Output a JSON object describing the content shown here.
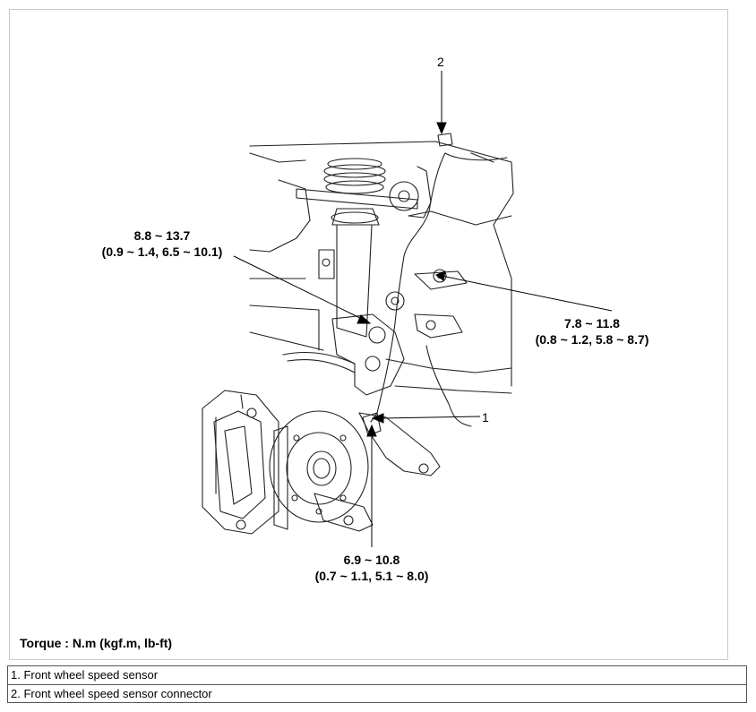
{
  "callouts": [
    {
      "number": "1"
    },
    {
      "number": "2"
    }
  ],
  "torques": [
    {
      "value": "8.8 ~ 13.7",
      "alt": "(0.9 ~ 1.4, 6.5 ~ 10.1)"
    },
    {
      "value": "7.8 ~ 11.8",
      "alt": "(0.8 ~ 1.2, 5.8 ~ 8.7)"
    },
    {
      "value": "6.9 ~ 10.8",
      "alt": "(0.7 ~ 1.1, 5.1 ~ 8.0)"
    }
  ],
  "torque_note": "Torque : N.m (kgf.m, lb-ft)",
  "legend": [
    {
      "text": "1. Front wheel speed sensor"
    },
    {
      "text": "2. Front wheel speed sensor connector"
    }
  ]
}
